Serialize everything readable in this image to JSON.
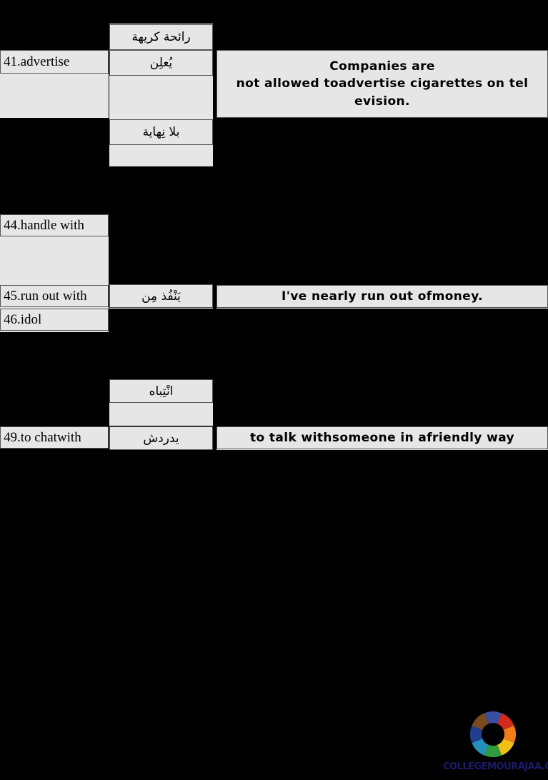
{
  "document": {
    "background_color": "#000000",
    "cell_background": "#e6e6e6",
    "cell_border_color": "#555555"
  },
  "rows": [
    {
      "id": "row-40",
      "term": "",
      "arabic": "رائحة كريهة",
      "definition": ""
    },
    {
      "id": "row-41",
      "term": "41.advertise",
      "arabic": "يُعلِن",
      "definition": "Companies are\nnot allowed toadvertise cigarettes on tel\nevision."
    },
    {
      "id": "row-43",
      "term": "",
      "arabic": "بلا نِهاية",
      "definition": ""
    },
    {
      "id": "row-44",
      "term": "44.handle with",
      "arabic": "",
      "definition": ""
    },
    {
      "id": "row-45",
      "term": "45.run out with",
      "arabic": "يَنْفُذ مِن",
      "definition": "I've nearly run out ofmoney."
    },
    {
      "id": "row-46",
      "term": "46.idol",
      "arabic": "",
      "definition": ""
    },
    {
      "id": "row-48",
      "term": "",
      "arabic": "انْتِباه",
      "definition": ""
    },
    {
      "id": "row-49",
      "term": "49.to chatwith",
      "arabic": "يدردش",
      "definition": "to talk withsomeone in afriendly way"
    }
  ],
  "watermark": {
    "text": "COLLEGEMOURAJAA.COM",
    "text_color": "#1b1b6b",
    "logo_name": "college-mourajaa-donut-logo",
    "logo_segments": [
      {
        "name": "segment-blue-top",
        "color": "#3b4fa0"
      },
      {
        "name": "segment-red-right-top",
        "color": "#d32a1e"
      },
      {
        "name": "segment-orange-right",
        "color": "#f07d16"
      },
      {
        "name": "segment-yellow-bottom-right",
        "color": "#f2c014"
      },
      {
        "name": "segment-green-bottom",
        "color": "#2f9b3c"
      },
      {
        "name": "segment-teal-bottom-left",
        "color": "#2390b8"
      },
      {
        "name": "segment-darkblue-left",
        "color": "#1f3f8f"
      },
      {
        "name": "segment-brown-left-top",
        "color": "#7b4a1e"
      }
    ]
  }
}
